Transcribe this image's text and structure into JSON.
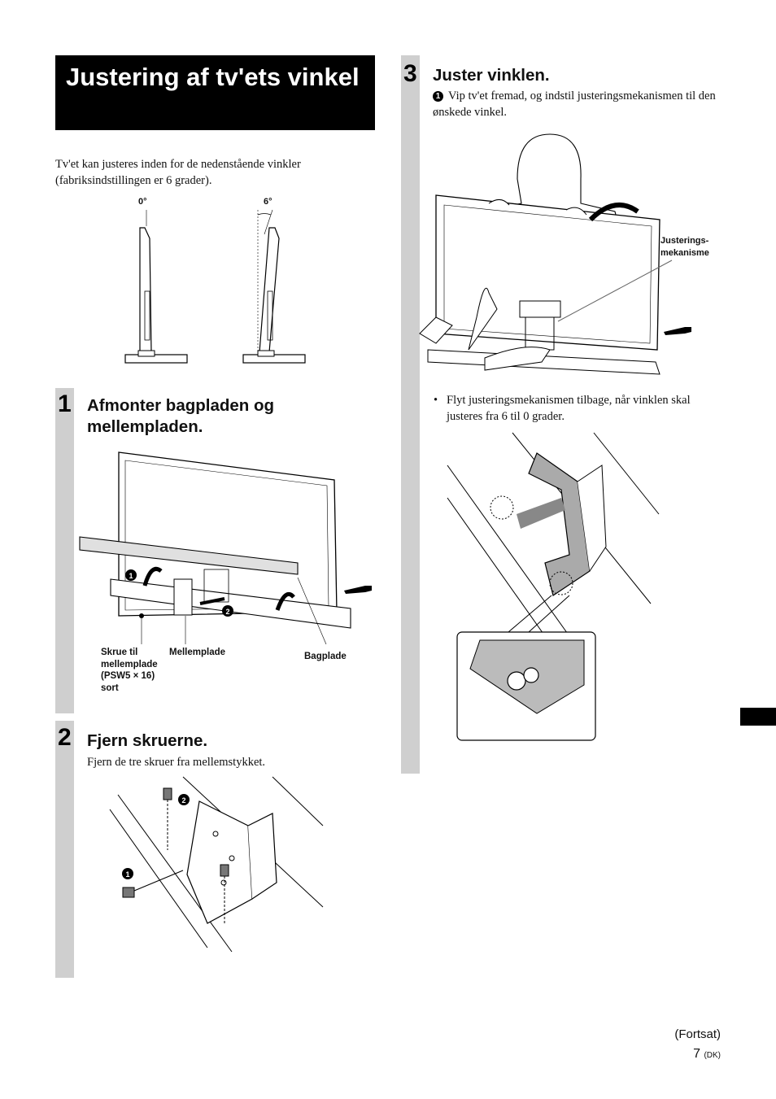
{
  "page": {
    "title": "Justering af tv'ets vinkel",
    "intro": "Tv'et kan justeres inden for de nedenstående vinkler (fabriksindstillingen er 6 grader).",
    "angle_0": "0°",
    "angle_6": "6°"
  },
  "step1": {
    "number": "1",
    "title": "Afmonter bagpladen og mellempladen.",
    "label_screw": "Skrue til mellemplade (PSW5 × 16) sort",
    "label_mid": "Mellemplade",
    "label_back": "Bagplade",
    "callout_1": "1",
    "callout_2": "2"
  },
  "step2": {
    "number": "2",
    "title": "Fjern skruerne.",
    "text": "Fjern de tre skruer fra mellemstykket.",
    "callout_1": "1",
    "callout_2": "2"
  },
  "step3": {
    "number": "3",
    "title": "Juster vinklen.",
    "item_marker": "1",
    "item_text": "Vip tv'et fremad, og indstil justeringsmekanismen til den ønskede vinkel.",
    "label_mech": "Justerings- mekanisme",
    "bullet": "Flyt justeringsmekanismen tilbage, når vinklen skal justeres fra 6 til 0 grader."
  },
  "footer": {
    "continued": "(Fortsat)",
    "page_number": "7",
    "page_suffix": "(DK)"
  }
}
